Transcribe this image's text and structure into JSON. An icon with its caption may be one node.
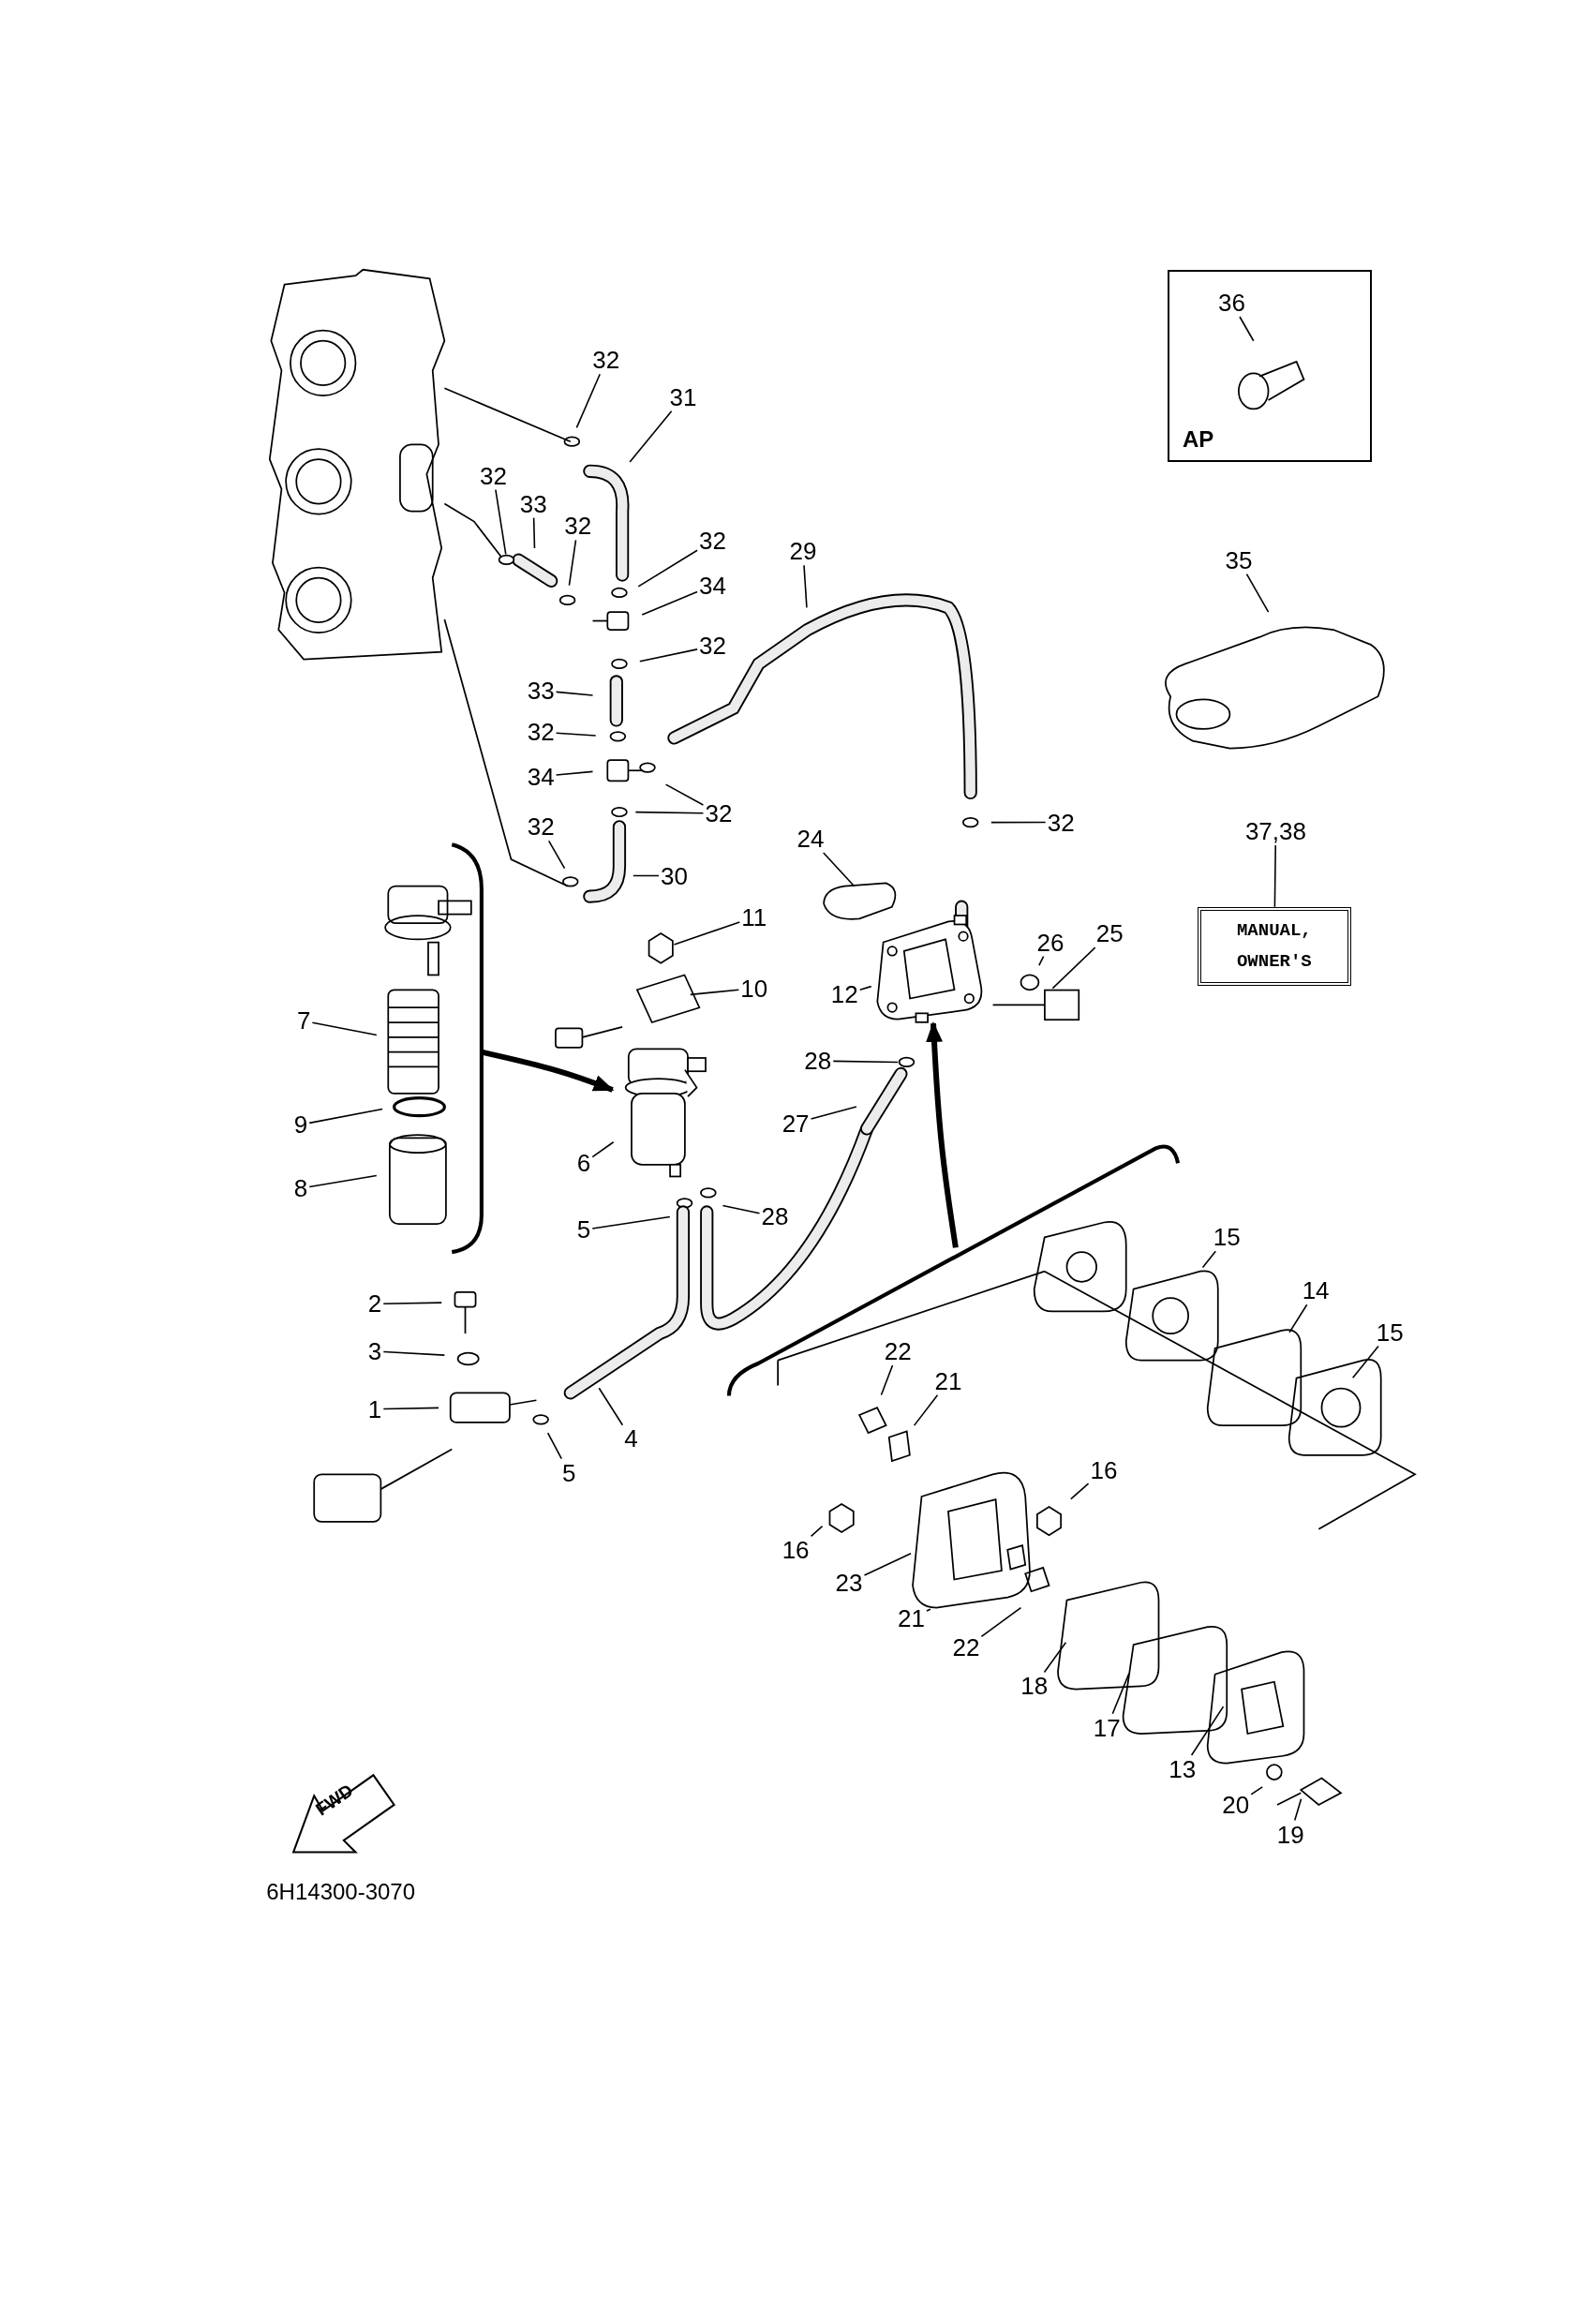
{
  "diagram": {
    "nodes": [
      {
        "text": [
          "AP"
        ]
      },
      {
        "text": [
          "36"
        ],
        "in": 0
      },
      {
        "text": [
          "35"
        ]
      },
      {
        "text": [
          "32"
        ]
      },
      {
        "text": [
          "31"
        ]
      },
      {
        "text": [
          "32"
        ]
      },
      {
        "text": [
          "33"
        ]
      },
      {
        "text": [
          "32"
        ]
      },
      {
        "text": [
          "32"
        ]
      },
      {
        "text": [
          "29"
        ]
      },
      {
        "text": [
          "34"
        ]
      },
      {
        "text": [
          "32"
        ]
      },
      {
        "text": [
          "33"
        ]
      },
      {
        "text": [
          "32"
        ]
      },
      {
        "text": [
          "34"
        ]
      },
      {
        "text": [
          "32"
        ]
      },
      {
        "text": [
          "32"
        ]
      },
      {
        "text": [
          "32"
        ]
      },
      {
        "text": [
          "37,38"
        ]
      },
      {
        "text": [
          "24"
        ]
      },
      {
        "text": [
          "30"
        ]
      },
      {
        "text": [
          "11"
        ]
      },
      {
        "text": [
          "MANUAL, OWNER'S"
        ]
      },
      {
        "text": [
          "26"
        ]
      },
      {
        "text": [
          "25"
        ]
      },
      {
        "text": [
          "10"
        ]
      },
      {
        "text": [
          "12"
        ]
      },
      {
        "text": [
          "7"
        ]
      },
      {
        "text": [
          "28"
        ]
      },
      {
        "text": [
          "27"
        ]
      },
      {
        "text": [
          "9"
        ]
      },
      {
        "text": [
          "6"
        ]
      },
      {
        "text": [
          "8"
        ]
      },
      {
        "text": [
          "5"
        ]
      },
      {
        "text": [
          "28"
        ]
      },
      {
        "text": [
          "15"
        ]
      },
      {
        "text": [
          "14"
        ]
      },
      {
        "text": [
          "2"
        ]
      },
      {
        "text": [
          "15"
        ]
      },
      {
        "text": [
          "22"
        ]
      },
      {
        "text": [
          "3"
        ]
      },
      {
        "text": [
          "21"
        ]
      },
      {
        "text": [
          "1"
        ]
      },
      {
        "text": [
          "4"
        ]
      },
      {
        "text": [
          "5"
        ]
      },
      {
        "text": [
          "16"
        ]
      },
      {
        "text": [
          "16"
        ]
      },
      {
        "text": [
          "23"
        ]
      },
      {
        "text": [
          "21"
        ]
      },
      {
        "text": [
          "22"
        ]
      },
      {
        "text": [
          "18"
        ]
      },
      {
        "text": [
          "17"
        ]
      },
      {
        "text": [
          "13"
        ]
      },
      {
        "text": [
          "20"
        ]
      },
      {
        "text": [
          "19"
        ]
      },
      {
        "text": [],
        "shape": "picture"
      },
      {
        "text": [],
        "shape": "picture"
      },
      {
        "text": [],
        "shape": "circle"
      },
      {
        "text": [],
        "shape": "picture"
      },
      {
        "text": [],
        "shape": "picture"
      },
      {
        "text": [],
        "shape": "picture"
      },
      {
        "text": [],
        "shape": "circle"
      }
    ],
    "edges": [
      {
        "from": 1,
        "to": null,
        "arrow": "none"
      },
      {
        "from": 2,
        "to": null,
        "arrow": "none"
      },
      {
        "from": 3,
        "to": null,
        "arrow": "none"
      },
      {
        "from": 4,
        "to": null,
        "arrow": "none"
      },
      {
        "from": 5,
        "to": 57,
        "arrow": "none"
      },
      {
        "from": 6,
        "to": null,
        "arrow": "none"
      },
      {
        "from": 7,
        "to": null,
        "arrow": "none"
      },
      {
        "from": 8,
        "to": null,
        "arrow": "none"
      },
      {
        "from": 9,
        "to": null,
        "arrow": "none"
      },
      {
        "from": 10,
        "to": null,
        "arrow": "none"
      },
      {
        "from": 11,
        "to": null,
        "arrow": "none"
      },
      {
        "from": 12,
        "to": null,
        "arrow": "none"
      },
      {
        "from": 13,
        "to": null,
        "arrow": "none"
      },
      {
        "from": 14,
        "to": null,
        "arrow": "none"
      },
      {
        "from": 15,
        "to": null,
        "arrow": "none"
      },
      {
        "from": 15,
        "to": null,
        "arrow": "none"
      },
      {
        "from": 16,
        "to": null,
        "arrow": "none"
      },
      {
        "from": 17,
        "to": null,
        "arrow": "none"
      },
      {
        "from": 18,
        "to": 22,
        "arrow": "none"
      },
      {
        "from": 19,
        "to": null,
        "arrow": "none"
      },
      {
        "from": 20,
        "to": null,
        "arrow": "none"
      },
      {
        "from": 21,
        "to": 58,
        "arrow": "none"
      },
      {
        "from": 23,
        "to": null,
        "arrow": "none"
      },
      {
        "from": 24,
        "to": 59,
        "arrow": "none"
      },
      {
        "from": 25,
        "to": null,
        "arrow": "none"
      },
      {
        "from": 26,
        "to": 56,
        "arrow": "none"
      },
      {
        "from": 27,
        "to": null,
        "arrow": "none"
      },
      {
        "from": 28,
        "to": 61,
        "arrow": "none"
      },
      {
        "from": 29,
        "to": 60,
        "arrow": "none"
      },
      {
        "from": 30,
        "to": null,
        "arrow": "none"
      },
      {
        "from": 31,
        "to": 55,
        "arrow": "none"
      },
      {
        "from": 32,
        "to": null,
        "arrow": "none"
      },
      {
        "from": 33,
        "to": null,
        "arrow": "none"
      },
      {
        "from": 34,
        "to": null,
        "arrow": "none"
      },
      {
        "from": 35,
        "to": null,
        "arrow": "none"
      },
      {
        "from": 36,
        "to": null,
        "arrow": "none"
      },
      {
        "from": 37,
        "to": null,
        "arrow": "none"
      },
      {
        "from": 38,
        "to": null,
        "arrow": "none"
      },
      {
        "from": 39,
        "to": null,
        "arrow": "none"
      },
      {
        "from": 40,
        "to": null,
        "arrow": "none"
      },
      {
        "from": 41,
        "to": null,
        "arrow": "none"
      },
      {
        "from": 42,
        "to": null,
        "arrow": "none"
      },
      {
        "from": 43,
        "to": null,
        "arrow": "none"
      },
      {
        "from": 44,
        "to": null,
        "arrow": "none"
      },
      {
        "from": 45,
        "to": null,
        "arrow": "none"
      },
      {
        "from": 46,
        "to": null,
        "arrow": "none"
      },
      {
        "from": 47,
        "to": null,
        "arrow": "none"
      },
      {
        "from": 48,
        "to": null,
        "arrow": "none"
      },
      {
        "from": 49,
        "to": null,
        "arrow": "none"
      },
      {
        "from": 50,
        "to": null,
        "arrow": "none"
      },
      {
        "from": 51,
        "to": null,
        "arrow": "none"
      },
      {
        "from": 52,
        "to": null,
        "arrow": "none"
      },
      {
        "from": 53,
        "to": null,
        "arrow": "none"
      },
      {
        "from": 54,
        "to": null,
        "arrow": "none"
      },
      {
        "from": null,
        "to": 55,
        "arrow": "to",
        "style": "thick"
      },
      {
        "from": null,
        "to": 56,
        "arrow": "to",
        "style": "thick"
      }
    ],
    "labels": [
      "FWD",
      "6H14300-3070"
    ]
  }
}
